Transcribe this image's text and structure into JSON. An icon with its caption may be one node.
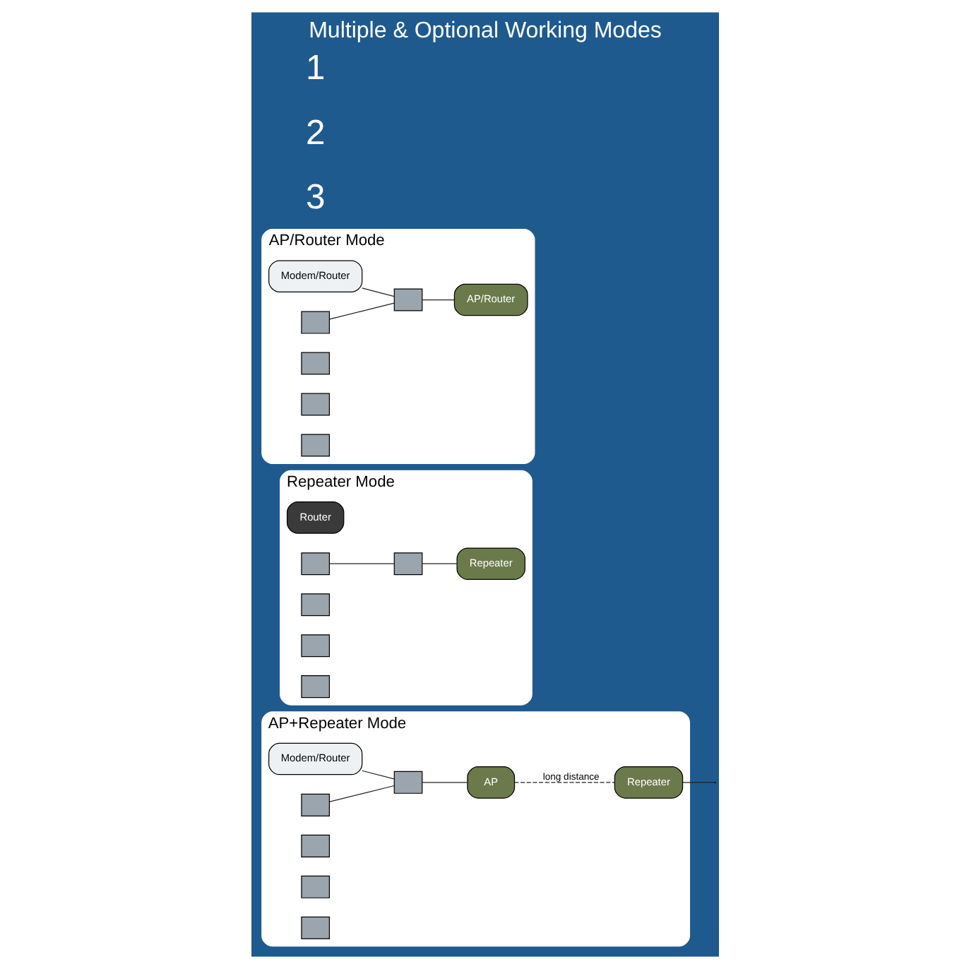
{
  "diagram": {
    "title": "Multiple & Optional Working Modes",
    "nodes": [
      {
        "text": [
          "AP/Router Mode"
        ]
      },
      {
        "text": [
          "Modem/Router"
        ],
        "in": 0
      },
      {
        "text": [],
        "shape": "box",
        "in": 0
      },
      {
        "text": [],
        "shape": "box",
        "in": 0
      },
      {
        "text": [
          "AP/Router"
        ],
        "in": 0
      },
      {
        "text": [],
        "shape": "box",
        "in": 0
      },
      {
        "text": [],
        "shape": "box",
        "in": 0
      },
      {
        "text": [],
        "shape": "box",
        "in": 0
      },
      {
        "text": [
          "Repeater Mode"
        ]
      },
      {
        "text": [
          "Router"
        ],
        "in": 8
      },
      {
        "text": [],
        "shape": "box",
        "in": 8
      },
      {
        "text": [],
        "shape": "box",
        "in": 8
      },
      {
        "text": [
          "Repeater"
        ],
        "in": 8
      },
      {
        "text": [],
        "shape": "box",
        "in": 8
      },
      {
        "text": [],
        "shape": "box",
        "in": 8
      },
      {
        "text": [],
        "shape": "box",
        "in": 8
      },
      {
        "text": [
          "AP+Repeater Mode"
        ]
      },
      {
        "text": [
          "Modem/Router"
        ],
        "in": 16
      },
      {
        "text": [],
        "shape": "box",
        "in": 16
      },
      {
        "text": [],
        "shape": "box",
        "in": 16
      },
      {
        "text": [
          "AP"
        ],
        "in": 16
      },
      {
        "text": [
          "Repeater"
        ],
        "in": 16
      },
      {
        "text": [],
        "shape": "box",
        "in": 16
      },
      {
        "text": [],
        "shape": "box",
        "in": 16
      },
      {
        "text": [],
        "shape": "box",
        "in": 16
      }
    ],
    "edges": [
      {
        "from": 1,
        "to": 2,
        "arrow": "none"
      },
      {
        "from": 3,
        "to": 2,
        "arrow": "none"
      },
      {
        "from": 2,
        "to": 4,
        "arrow": "none"
      },
      {
        "from": 11,
        "to": 10,
        "arrow": "none"
      },
      {
        "from": 10,
        "to": 12,
        "arrow": "none"
      },
      {
        "from": 17,
        "to": 18,
        "arrow": "none"
      },
      {
        "from": 19,
        "to": 18,
        "arrow": "none"
      },
      {
        "from": 18,
        "to": 20,
        "arrow": "none"
      },
      {
        "from": 20,
        "to": 21,
        "arrow": "none",
        "label": "long distance",
        "style": "dashed"
      },
      {
        "from": 21,
        "to": null,
        "arrow": "none"
      }
    ],
    "labels": [
      "1",
      "2",
      "3"
    ]
  }
}
